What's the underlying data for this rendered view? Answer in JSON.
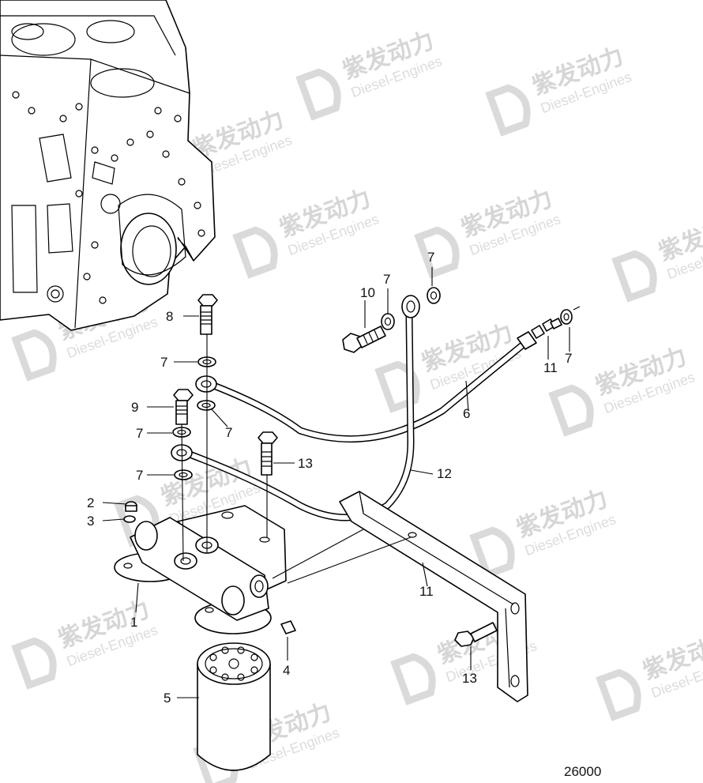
{
  "diagram": {
    "drawing_number": "26000",
    "callouts": [
      {
        "id": "c1",
        "text": "1"
      },
      {
        "id": "c2",
        "text": "2"
      },
      {
        "id": "c3",
        "text": "3"
      },
      {
        "id": "c4",
        "text": "4"
      },
      {
        "id": "c5",
        "text": "5"
      },
      {
        "id": "c6",
        "text": "6"
      },
      {
        "id": "c7a",
        "text": "7"
      },
      {
        "id": "c7b",
        "text": "7"
      },
      {
        "id": "c7c",
        "text": "7"
      },
      {
        "id": "c7d",
        "text": "7"
      },
      {
        "id": "c7e",
        "text": "7"
      },
      {
        "id": "c7f",
        "text": "7"
      },
      {
        "id": "c7g",
        "text": "7"
      },
      {
        "id": "c7h",
        "text": "7"
      },
      {
        "id": "c8a",
        "text": "8"
      },
      {
        "id": "c8b",
        "text": "8"
      },
      {
        "id": "c8c",
        "text": "8"
      },
      {
        "id": "c9",
        "text": "9"
      },
      {
        "id": "c10",
        "text": "10"
      },
      {
        "id": "c11",
        "text": "11"
      },
      {
        "id": "c12",
        "text": "12"
      },
      {
        "id": "c13",
        "text": "13"
      }
    ]
  },
  "watermark": {
    "brand_cn": "紫发动力",
    "brand_en": "Diesel-Engines",
    "color": "#d6d6d6"
  }
}
